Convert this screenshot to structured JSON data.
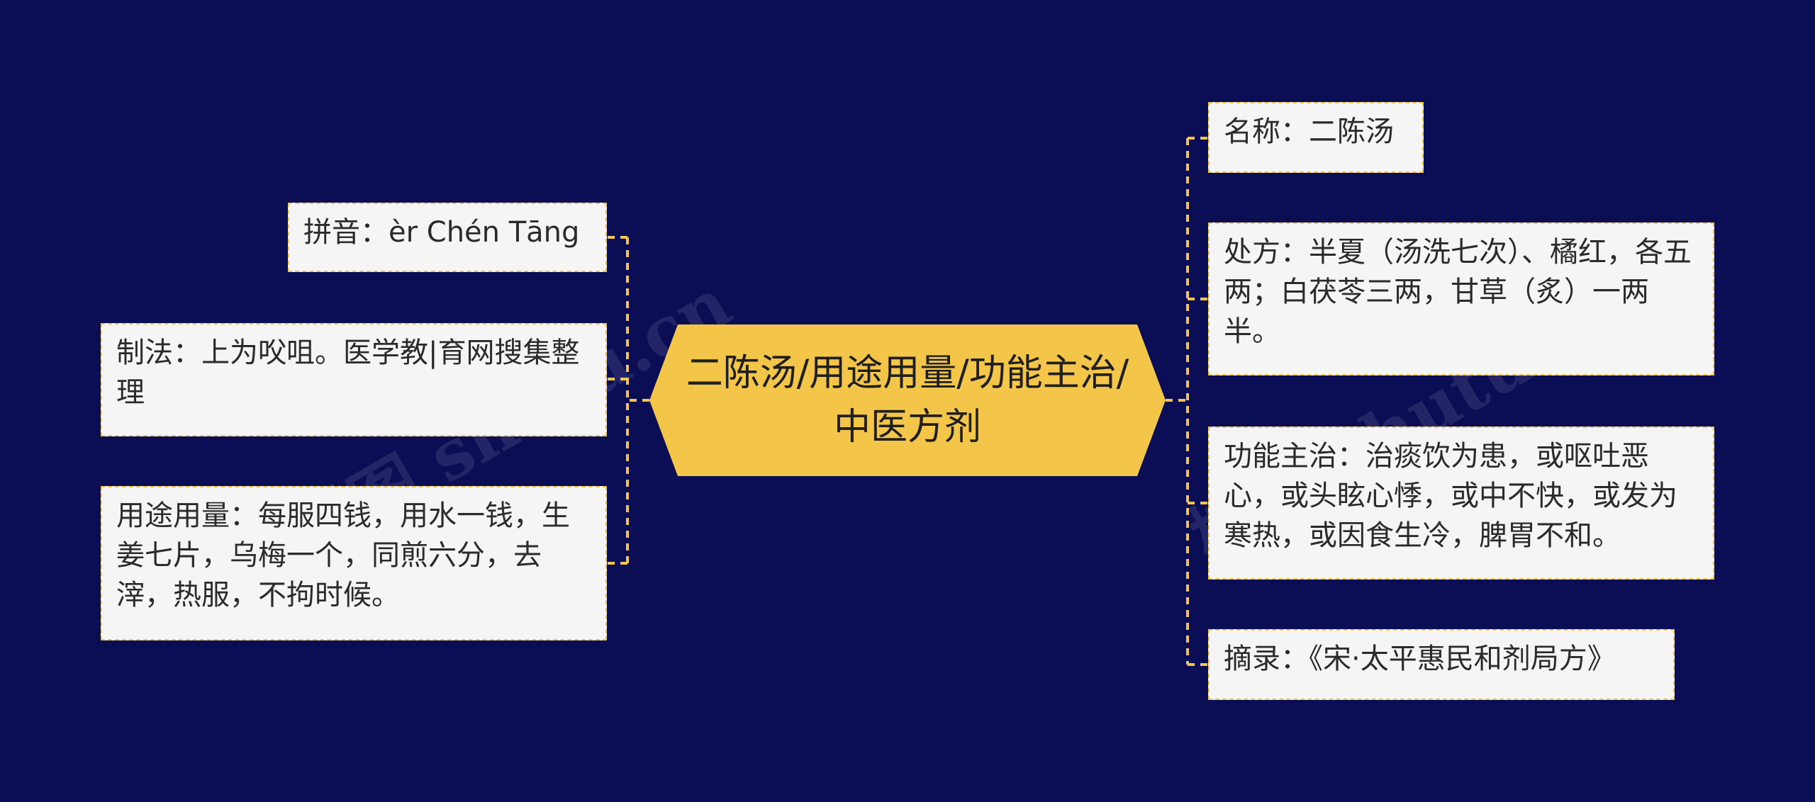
{
  "colors": {
    "background": "#0b0d55",
    "accent": "#f3c64a",
    "node_fill": "#f5f5f5",
    "text": "#2b2b2b"
  },
  "center": {
    "label": "二陈汤/用途用量/功能主治/中医方剂"
  },
  "left_nodes": [
    {
      "label": "拼音：èr Chén Tāng"
    },
    {
      "label": "制法：上为㕮咀。医学教|育网搜集整理"
    },
    {
      "label": "用途用量：每服四钱，用水一钱，生姜七片，乌梅一个，同煎六分，去滓，热服，不拘时候。"
    }
  ],
  "right_nodes": [
    {
      "label": "名称：二陈汤"
    },
    {
      "label": "处方：半夏（汤洗七次）、橘红，各五两；白茯苓三两，甘草（炙）一两半。"
    },
    {
      "label": "功能主治：治痰饮为患，或呕吐恶心，或头眩心悸，或中不快，或发为寒热，或因食生冷，脾胃不和。"
    },
    {
      "label": "摘录：《宋·太平惠民和剂局方》"
    }
  ],
  "watermarks": [
    {
      "text": "树图 shutu.cn"
    },
    {
      "text": "树图 shutu.cn"
    }
  ]
}
